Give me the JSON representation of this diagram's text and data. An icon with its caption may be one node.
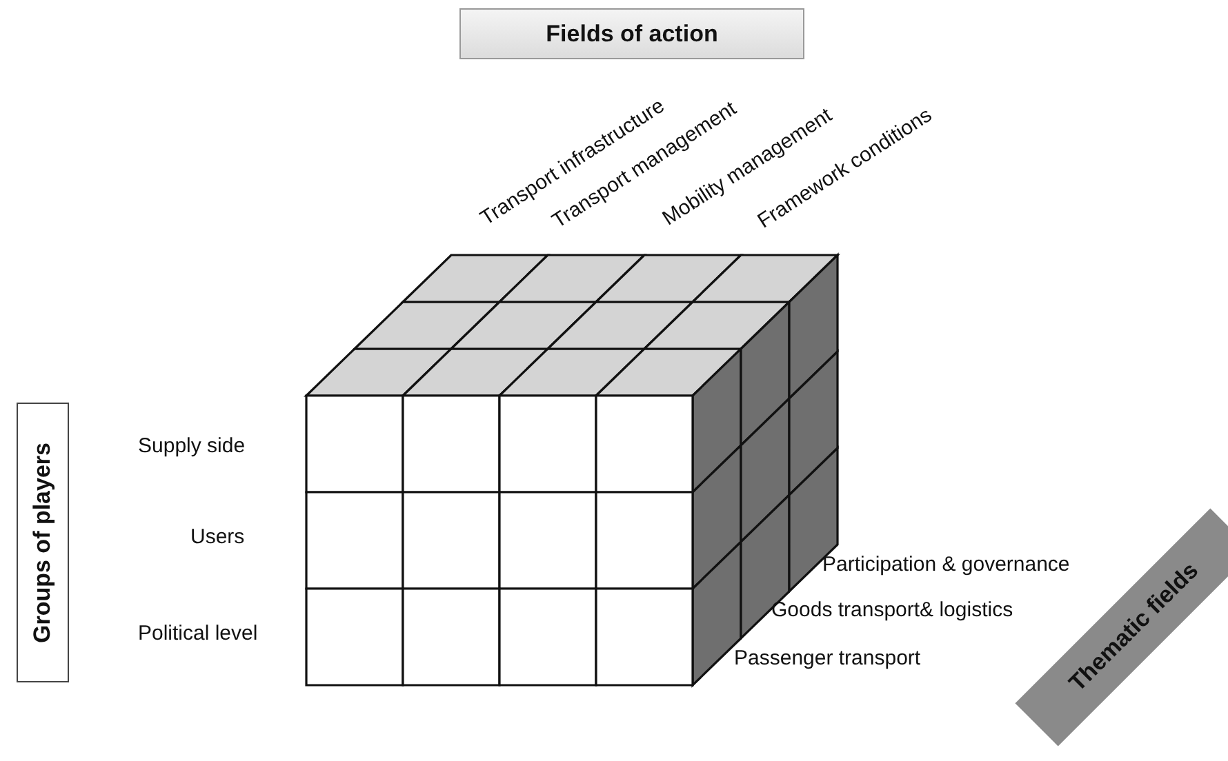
{
  "diagram": {
    "nodes": [
      {
        "text": [
          "Fields of action"
        ]
      },
      {
        "text": [
          "Groups of players"
        ]
      },
      {
        "text": [
          "Thematic fields"
        ]
      }
    ],
    "edges": [],
    "labels": [
      "Transport infrastructure",
      "Transport management",
      "Mobility management",
      "Framework conditions",
      "Supply side",
      "Users",
      "Political level",
      "Participation & governance",
      "Goods transport& logistics",
      "Passenger transport"
    ]
  }
}
